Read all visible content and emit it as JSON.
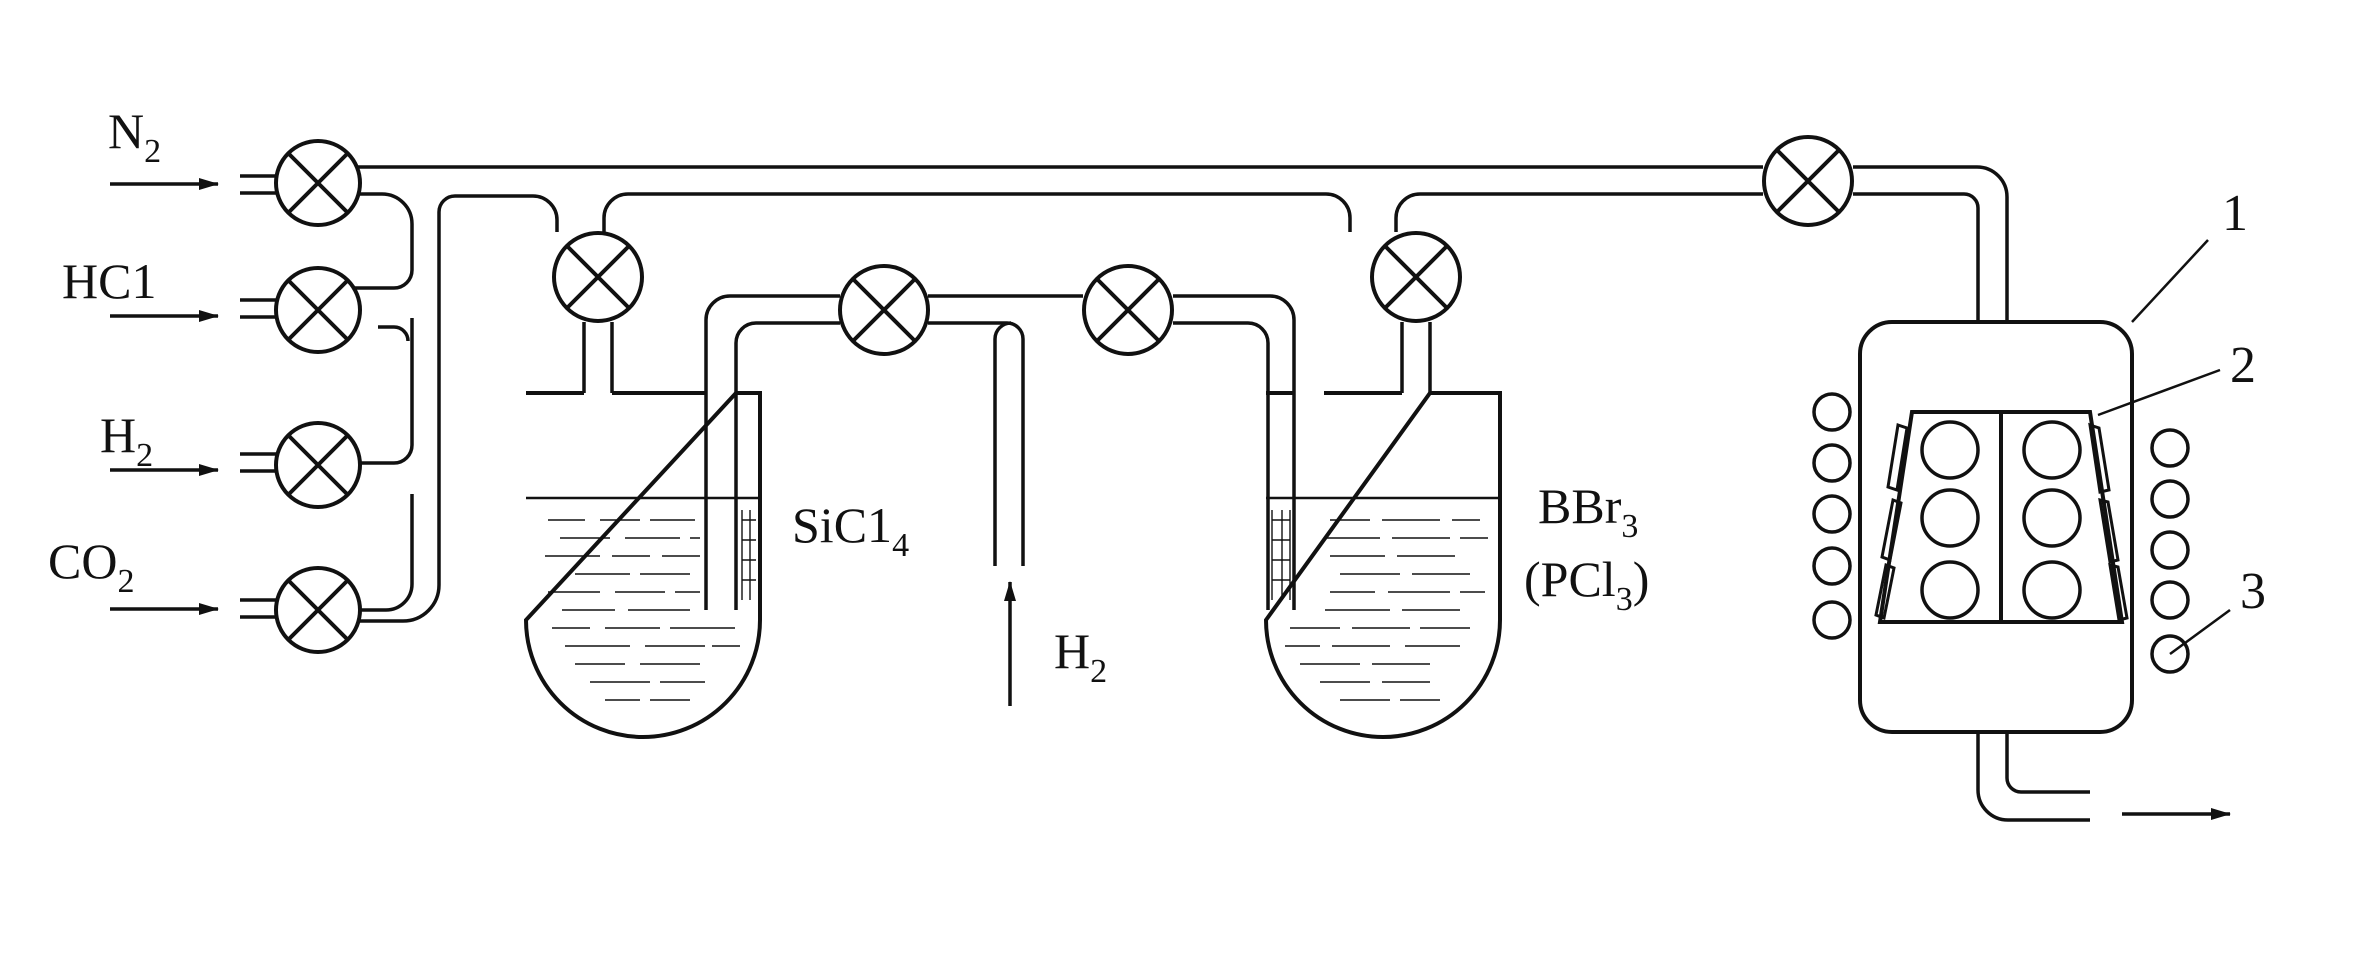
{
  "gases": [
    {
      "name": "N",
      "sub": "2"
    },
    {
      "name": "HC1",
      "sub": ""
    },
    {
      "name": "H",
      "sub": "2"
    },
    {
      "name": "CO",
      "sub": "2"
    }
  ],
  "bubblers": {
    "left": {
      "name": "SiC1",
      "sub": "4"
    },
    "right": {
      "line1": "BBr",
      "line1_sub": "3",
      "line2_open": "(PCl",
      "line2_sub": "3",
      "line2_close": ")"
    }
  },
  "h2_inlet": {
    "name": "H",
    "sub": "2"
  },
  "callouts": [
    "1",
    "2",
    "3"
  ]
}
